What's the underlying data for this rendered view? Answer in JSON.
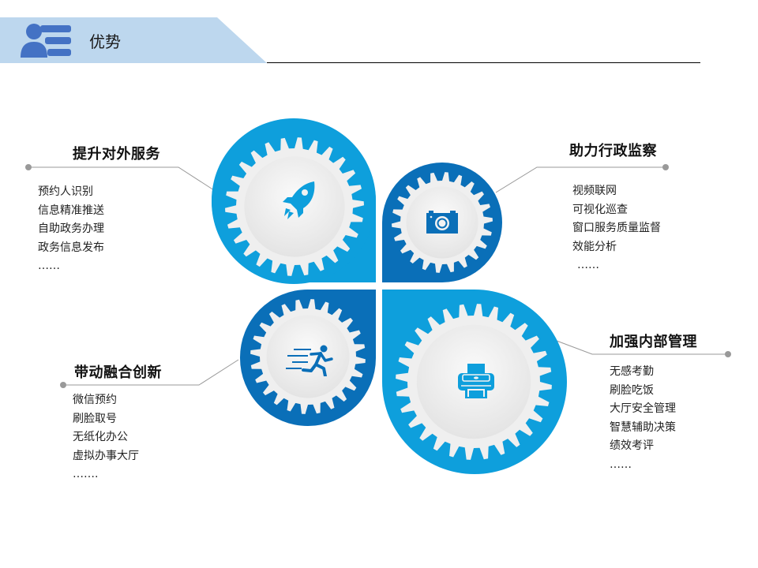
{
  "header": {
    "title": "优势",
    "icon": "user-list-icon",
    "band_color": "#bdd7ee",
    "icon_color": "#4472c4"
  },
  "colors": {
    "light_blue": "#0e9fdc",
    "dark_blue": "#0a6fb8",
    "gear_fill": "#eeeeee",
    "connector": "#999999"
  },
  "blocks": [
    {
      "id": "top-left",
      "title": "提升对外服务",
      "icon": "rocket-icon",
      "items": [
        "预约人识别",
        "信息精准推送",
        "自助政务办理",
        "政务信息发布",
        "……"
      ]
    },
    {
      "id": "top-right",
      "title": "助力行政监察",
      "icon": "camera-icon",
      "items": [
        "视频联网",
        "可视化巡查",
        "窗口服务质量监督",
        "效能分析",
        "……"
      ]
    },
    {
      "id": "bottom-left",
      "title": "带动融合创新",
      "icon": "running-man-icon",
      "items": [
        "微信预约",
        "刷脸取号",
        "无纸化办公",
        "虚拟办事大厅",
        "……."
      ]
    },
    {
      "id": "bottom-right",
      "title": "加强内部管理",
      "icon": "printer-icon",
      "items": [
        "无感考勤",
        "刷脸吃饭",
        "大厅安全管理",
        "智慧辅助决策",
        "绩效考评",
        "……"
      ]
    }
  ]
}
